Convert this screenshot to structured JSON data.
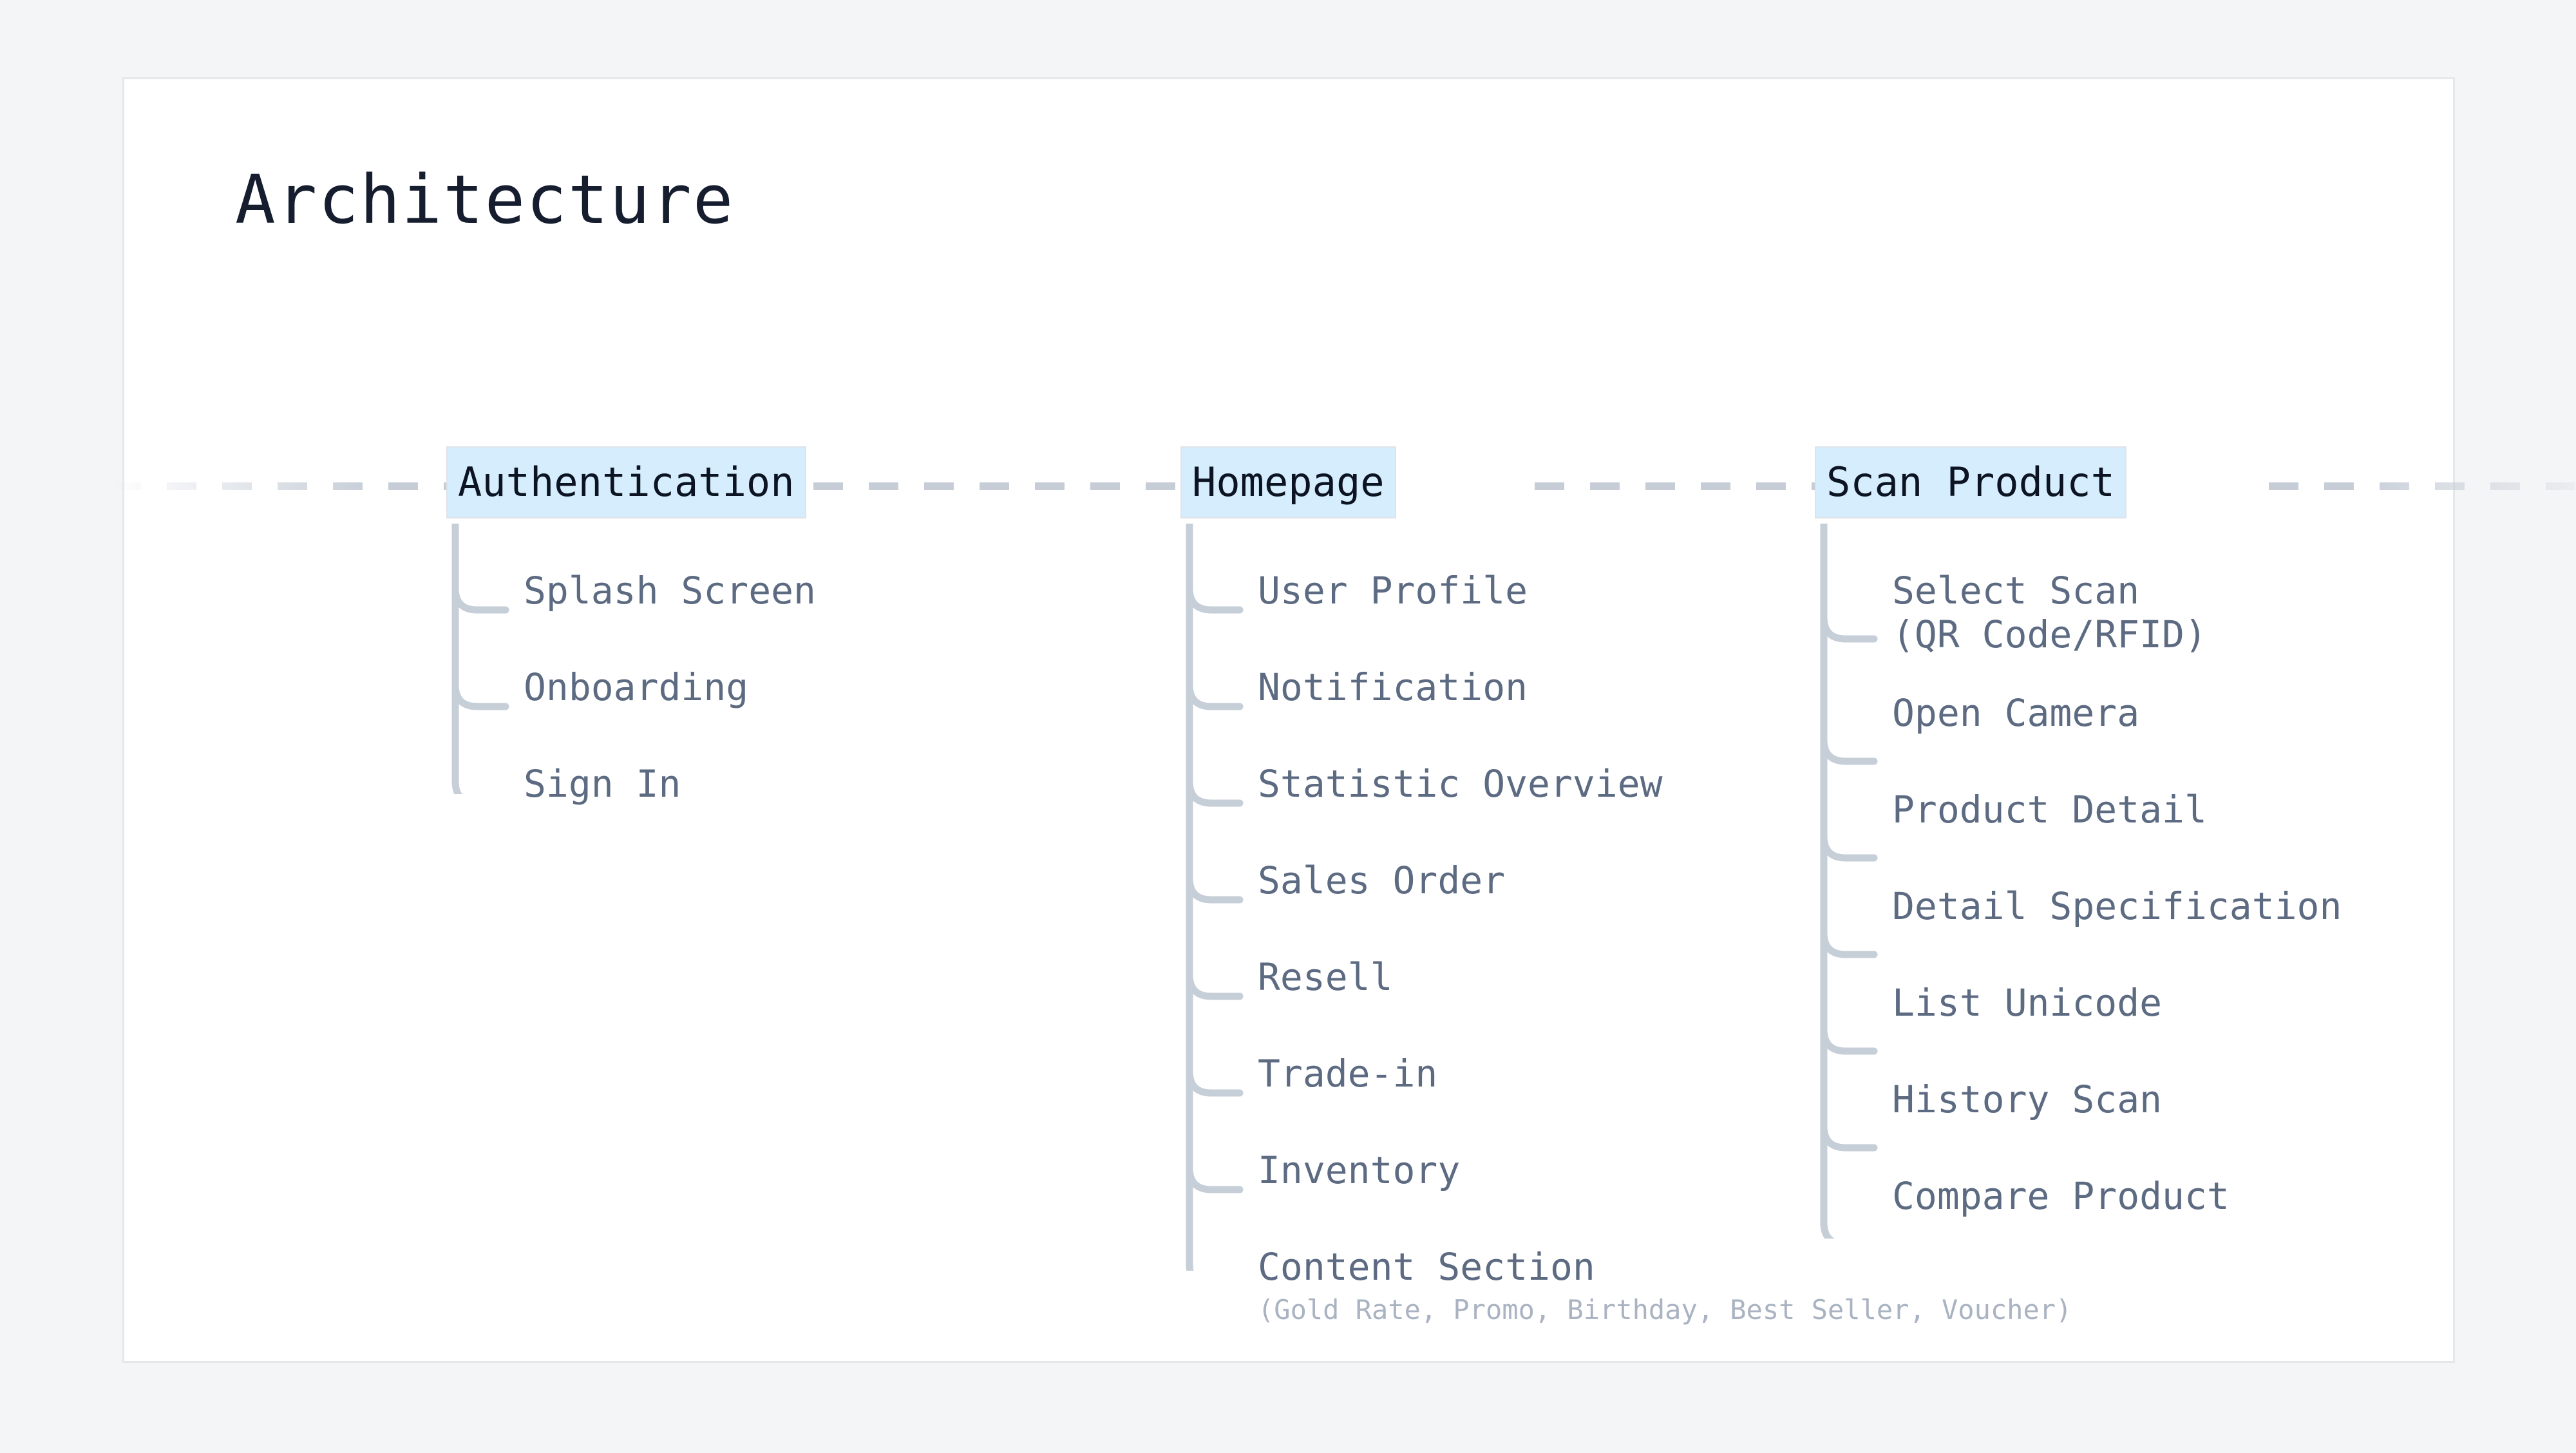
{
  "page": {
    "title": "Architecture",
    "background_color": "#f4f5f6",
    "card_background": "#ffffff",
    "card_border_color": "#e6e7e9",
    "node_highlight_color": "#d5edfc",
    "node_text_color": "#0c1322",
    "leaf_text_color": "#5d6b82",
    "leaf_sub_text_color": "#aab3c2",
    "connector_color": "#c6ced8"
  },
  "diagram": {
    "type": "tree",
    "columns": [
      {
        "id": "authentication",
        "header": "Authentication",
        "leaves": [
          {
            "label": "Splash Screen"
          },
          {
            "label": "Onboarding"
          },
          {
            "label": "Sign In"
          }
        ]
      },
      {
        "id": "homepage",
        "header": "Homepage",
        "leaves": [
          {
            "label": "User Profile"
          },
          {
            "label": "Notification"
          },
          {
            "label": "Statistic Overview"
          },
          {
            "label": "Sales Order"
          },
          {
            "label": "Resell"
          },
          {
            "label": "Trade-in"
          },
          {
            "label": "Inventory"
          },
          {
            "label": "Content Section",
            "sub": "(Gold Rate, Promo, Birthday, Best Seller, Voucher)"
          }
        ]
      },
      {
        "id": "scan-product",
        "header": "Scan Product",
        "leaves": [
          {
            "label": "Select Scan",
            "line2": "(QR Code/RFID)"
          },
          {
            "label": "Open Camera"
          },
          {
            "label": "Product Detail"
          },
          {
            "label": "Detail Specification"
          },
          {
            "label": "List Unicode"
          },
          {
            "label": "History Scan"
          },
          {
            "label": "Compare Product"
          }
        ]
      }
    ]
  }
}
